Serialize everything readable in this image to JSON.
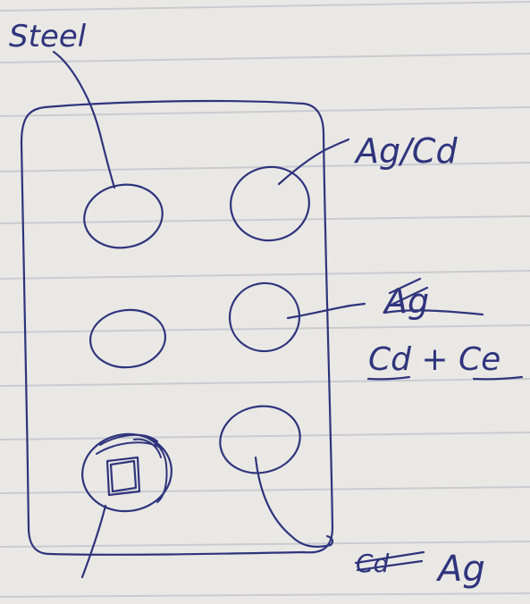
{
  "colors": {
    "paper": "#e9e8e5",
    "ruled_line": "#c9cbd1",
    "ink": "#2f347c"
  },
  "labels": {
    "steel": "Steel",
    "ag_cd": "Ag/Cd",
    "ag_struck": "Ag",
    "cd_ce": "Cd + Ce",
    "cd_struck": "Cd",
    "ag_bottom": "Ag"
  }
}
